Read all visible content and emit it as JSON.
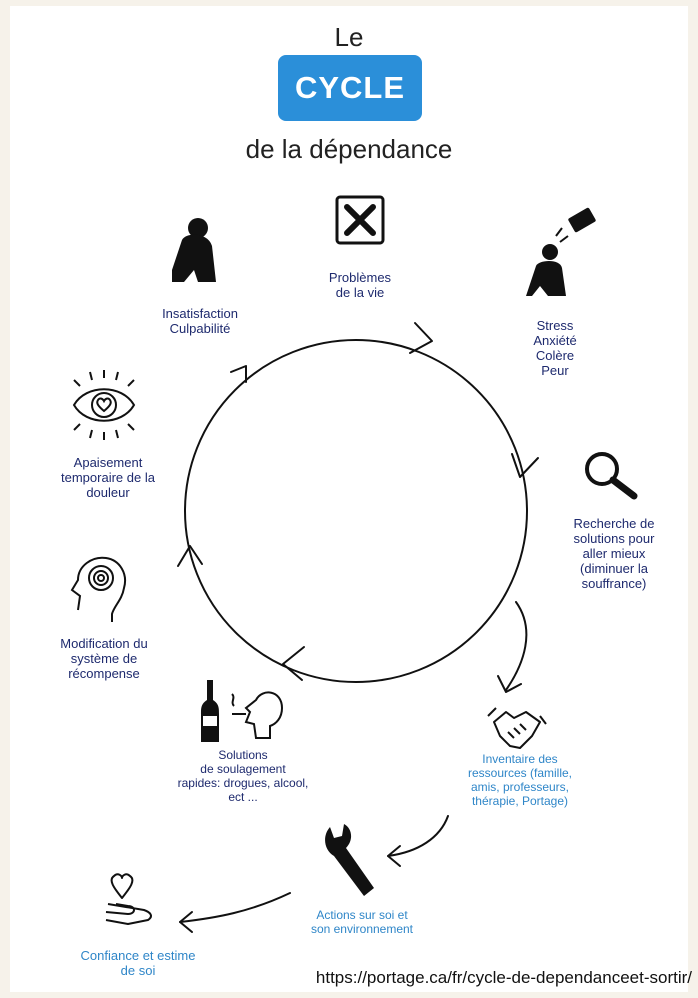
{
  "title": {
    "prefix": "Le",
    "highlight": "CYCLE",
    "subtitle": "de la dépendance"
  },
  "colors": {
    "accent": "#2b8fd9",
    "label_dark": "#1e2a6e",
    "label_light": "#2f86c8",
    "stroke": "#111111"
  },
  "nodes": [
    {
      "id": "problemes",
      "icon": "x-box-icon",
      "text": "Problèmes\nde la vie"
    },
    {
      "id": "stress",
      "icon": "distressed-person-icon",
      "text": "Stress\nAnxiété\nColère\nPeur"
    },
    {
      "id": "recherche",
      "icon": "magnifier-icon",
      "text": "Recherche de\nsolutions pour\naller mieux\n(diminuer la\nsouffrance)"
    },
    {
      "id": "inventaire",
      "icon": "handshake-icon",
      "text": "Inventaire des\nressources (famille,\namis, professeurs,\nthérapie, Portage)"
    },
    {
      "id": "actions",
      "icon": "wrench-icon",
      "text": "Actions sur soi et\nson environnement"
    },
    {
      "id": "confiance",
      "icon": "heart-in-hand-icon",
      "text": "Confiance et estime\nde soi"
    },
    {
      "id": "solutions",
      "icon": "bottle-and-smoker-icon",
      "text": "Solutions\nde soulagement\nrapides: drogues, alcool,\nect ..."
    },
    {
      "id": "modification",
      "icon": "head-spiral-icon",
      "text": "Modification du\nsystème de\nrécompense"
    },
    {
      "id": "apaisement",
      "icon": "heart-eye-icon",
      "text": "Apaisement\ntemporaire de la\ndouleur"
    },
    {
      "id": "insatisfaction",
      "icon": "sitting-person-icon",
      "text": "Insatisfaction\nCulpabilité"
    }
  ],
  "source": "https://portage.ca/fr/cycle-de-dependanceet-sortir/"
}
